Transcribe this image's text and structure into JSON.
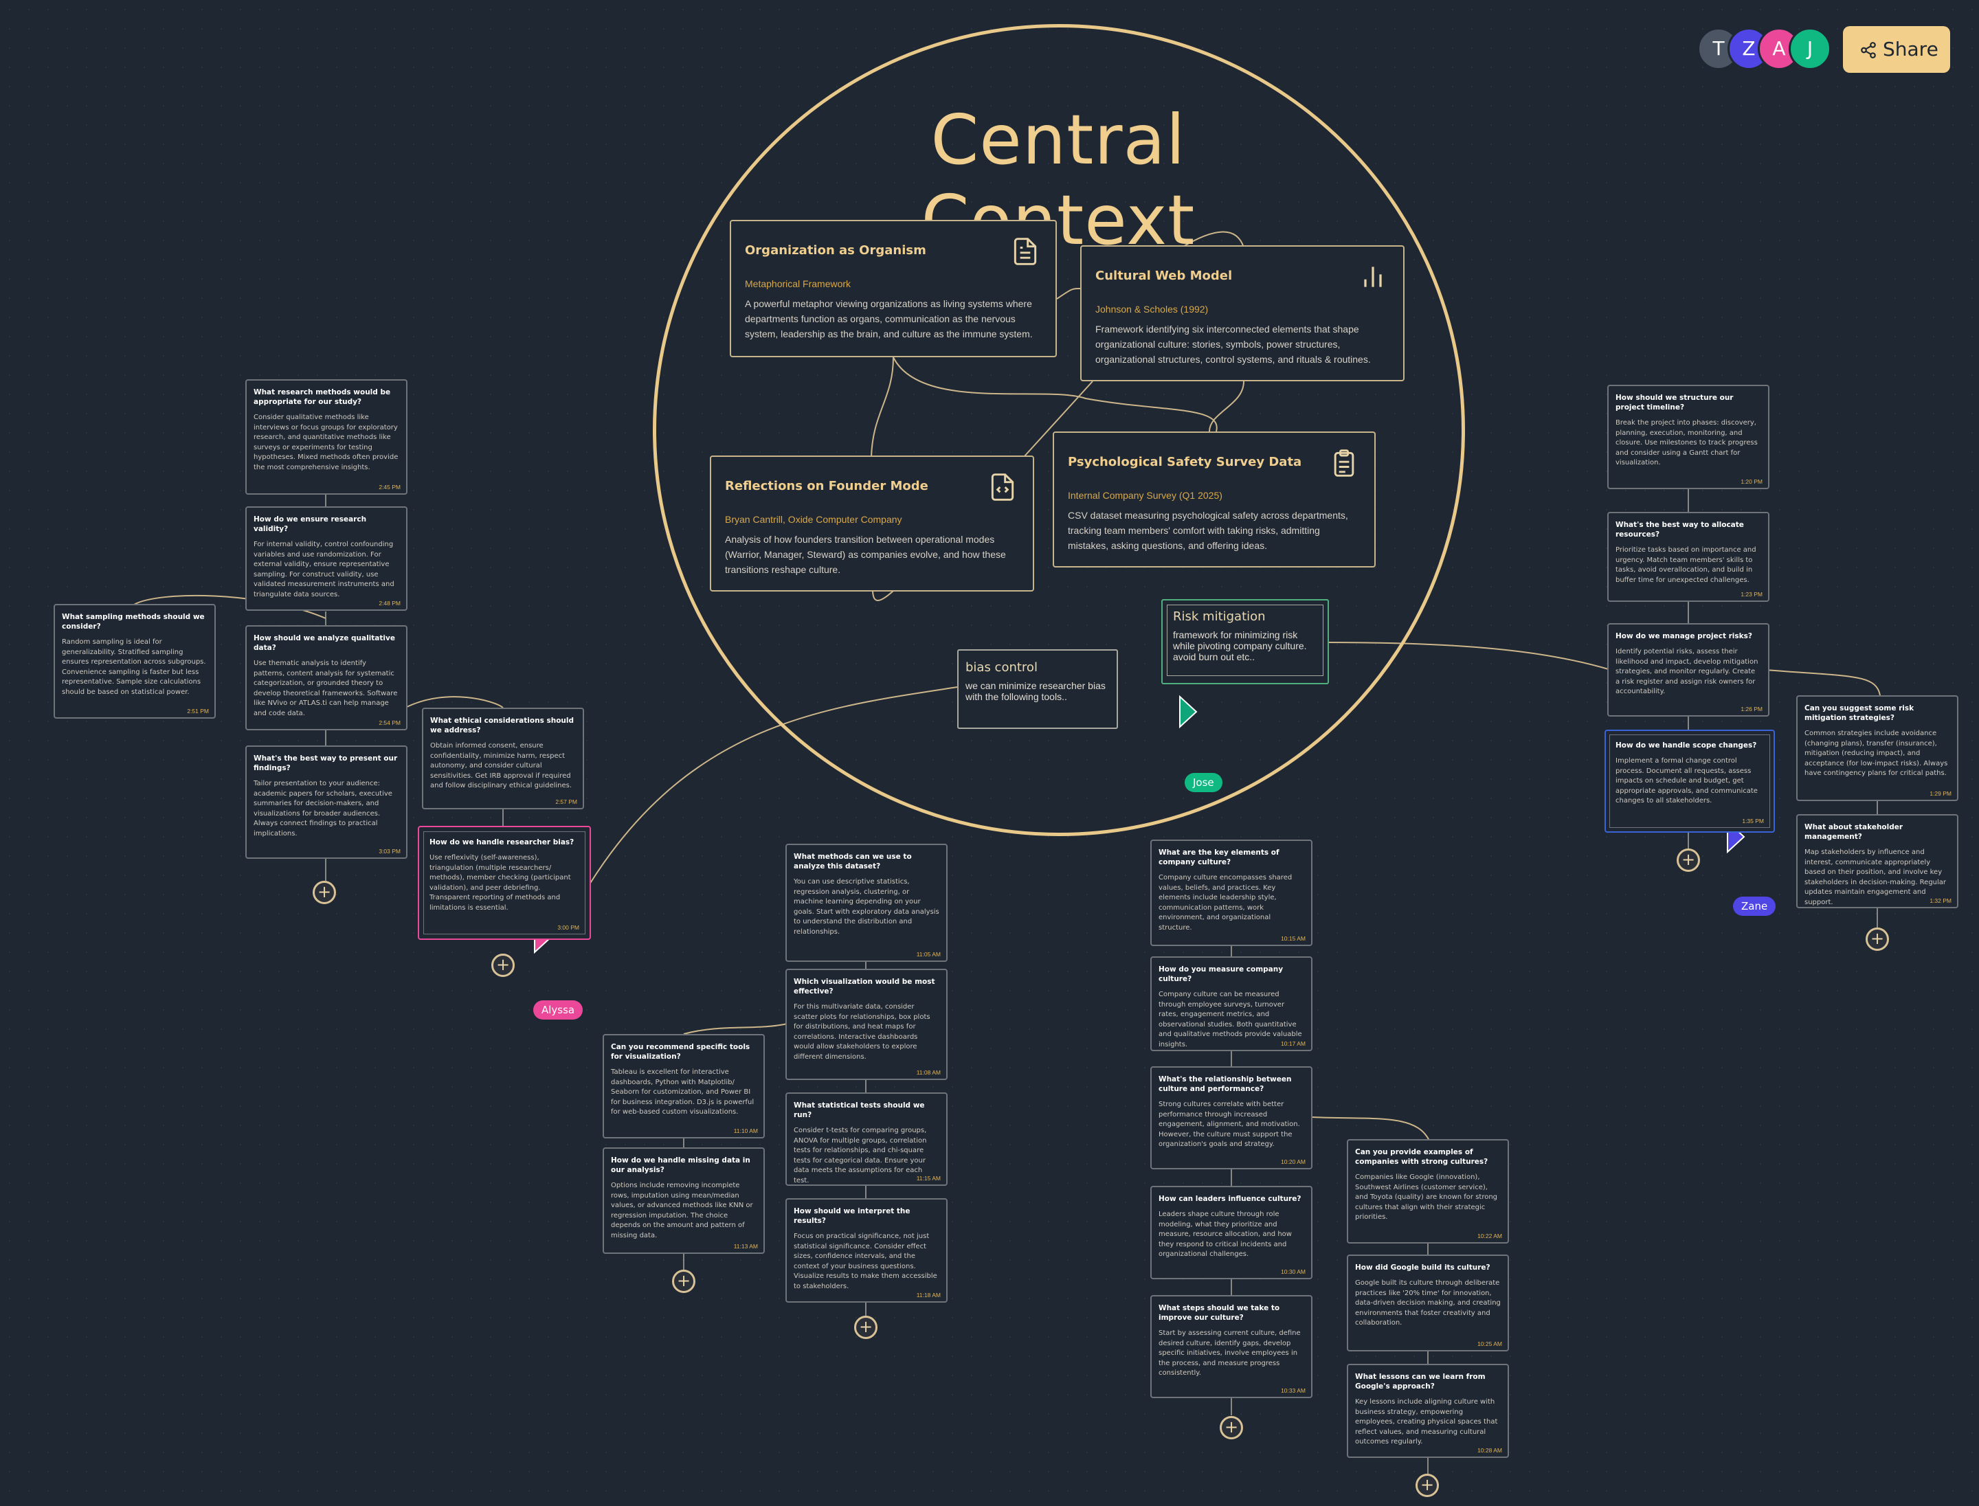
{
  "header": {
    "avatars": [
      {
        "initial": "T",
        "color": "#4b5563"
      },
      {
        "initial": "Z",
        "color": "#4f46e5"
      },
      {
        "initial": "A",
        "color": "#ec4899"
      },
      {
        "initial": "J",
        "color": "#10b981"
      }
    ],
    "share_label": "Share"
  },
  "central": {
    "title": "Central Context",
    "cards": [
      {
        "title": "Organization as Organism",
        "subtitle": "Metaphorical Framework",
        "desc": "A powerful metaphor viewing organizations as living systems where departments function as organs, communication as the nervous system, leadership as the brain, and culture as the immune system.",
        "icon": "document-icon"
      },
      {
        "title": "Cultural Web Model",
        "subtitle": "Johnson & Scholes (1992)",
        "desc": "Framework identifying six interconnected elements that shape organizational culture: stories, symbols, power structures, organizational structures, control systems, and rituals & routines.",
        "icon": "bar-chart-icon"
      },
      {
        "title": "Reflections on Founder Mode",
        "subtitle": "Bryan Cantrill, Oxide Computer Company",
        "desc": "Analysis of how founders transition between operational modes (Warrior, Manager, Steward) as companies evolve, and how these transitions reshape culture.",
        "icon": "code-file-icon"
      },
      {
        "title": "Psychological Safety Survey Data",
        "subtitle": "Internal Company Survey (Q1 2025)",
        "desc": "CSV dataset measuring psychological safety across departments, tracking team members' comfort with taking risks, admitting mistakes, asking questions, and offering ideas.",
        "icon": "clipboard-icon"
      }
    ]
  },
  "notes": {
    "bias": {
      "title": "bias control",
      "body": "we can minimize researcher bias with the following tools.."
    },
    "risk": {
      "title": "Risk mitigation",
      "body": "framework for minimizing risk while pivoting company culture. avoid burn out etc.."
    }
  },
  "cursors": {
    "jose": "Jose",
    "alyssa": "Alyssa",
    "zane": "Zane"
  },
  "questions": {
    "research": [
      {
        "q": "What research methods would be appropriate for our study?",
        "a": "Consider qualitative methods like interviews or focus groups for exploratory research, and quantitative methods like surveys or experiments for testing hypotheses. Mixed methods often provide the most comprehensive insights.",
        "time": "2:45 PM"
      },
      {
        "q": "How do we ensure research validity?",
        "a": "For internal validity, control confounding variables and use randomization. For external validity, ensure representative sampling. For construct validity, use validated measurement instruments and triangulate data sources.",
        "time": "2:48 PM"
      },
      {
        "q": "How should we analyze qualitative data?",
        "a": "Use thematic analysis to identify patterns, content analysis for systematic categorization, or grounded theory to develop theoretical frameworks. Software like NVivo or ATLAS.ti can help manage and code data.",
        "time": "2:54 PM"
      },
      {
        "q": "What's the best way to present our findings?",
        "a": "Tailor presentation to your audience: academic papers for scholars, executive summaries for decision-makers, and visualizations for broader audiences. Always connect findings to practical implications.",
        "time": "3:03 PM"
      }
    ],
    "sampling": {
      "q": "What sampling methods should we consider?",
      "a": "Random sampling is ideal for generalizability. Stratified sampling ensures representation across subgroups. Convenience sampling is faster but less representative. Sample size calculations should be based on statistical power.",
      "time": "2:51 PM"
    },
    "ethics": [
      {
        "q": "What ethical considerations should we address?",
        "a": "Obtain informed consent, ensure confidentiality, minimize harm, respect autonomy, and consider cultural sensitivities. Get IRB approval if required and follow disciplinary ethical guidelines.",
        "time": "2:57 PM"
      },
      {
        "q": "How do we handle researcher bias?",
        "a": "Use reflexivity (self-awareness), triangulation (multiple researchers/ methods), member checking (participant validation), and peer debriefing. Transparent reporting of methods and limitations is essential.",
        "time": "3:00 PM"
      }
    ],
    "data": [
      {
        "q": "What methods can we use to analyze this dataset?",
        "a": "You can use descriptive statistics, regression analysis, clustering, or machine learning depending on your goals. Start with exploratory data analysis to understand the distribution and relationships.",
        "time": "11:05 AM"
      },
      {
        "q": "Which visualization would be most effective?",
        "a": "For this multivariate data, consider scatter plots for relationships, box plots for distributions, and heat maps for correlations. Interactive dashboards would allow stakeholders to explore different dimensions.",
        "time": "11:08 AM"
      },
      {
        "q": "What statistical tests should we run?",
        "a": "Consider t-tests for comparing groups, ANOVA for multiple groups, correlation tests for relationships, and chi-square tests for categorical data. Ensure your data meets the assumptions for each test.",
        "time": "11:15 AM"
      },
      {
        "q": "How should we interpret the results?",
        "a": "Focus on practical significance, not just statistical significance. Consider effect sizes, confidence intervals, and the context of your business questions. Visualize results to make them accessible to stakeholders.",
        "time": "11:18 AM"
      }
    ],
    "tools": [
      {
        "q": "Can you recommend specific tools for visualization?",
        "a": "Tableau is excellent for interactive dashboards, Python with Matplotlib/ Seaborn for customization, and Power BI for business integration. D3.js is powerful for web-based custom visualizations.",
        "time": "11:10 AM"
      },
      {
        "q": "How do we handle missing data in our analysis?",
        "a": "Options include removing incomplete rows, imputation using mean/median values, or advanced methods like KNN or regression imputation. The choice depends on the amount and pattern of missing data.",
        "time": "11:13 AM"
      }
    ],
    "culture": [
      {
        "q": "What are the key elements of company culture?",
        "a": "Company culture encompasses shared values, beliefs, and practices. Key elements include leadership style, communication patterns, work environment, and organizational structure.",
        "time": "10:15 AM"
      },
      {
        "q": "How do you measure company culture?",
        "a": "Company culture can be measured through employee surveys, turnover rates, engagement metrics, and observational studies. Both quantitative and qualitative methods provide valuable insights.",
        "time": "10:17 AM"
      },
      {
        "q": "What's the relationship between culture and performance?",
        "a": "Strong cultures correlate with better performance through increased engagement, alignment, and motivation. However, the culture must support the organization's goals and strategy.",
        "time": "10:20 AM"
      },
      {
        "q": "How can leaders influence culture?",
        "a": "Leaders shape culture through role modeling, what they prioritize and measure, resource allocation, and how they respond to critical incidents and organizational challenges.",
        "time": "10:30 AM"
      },
      {
        "q": "What steps should we take to improve our culture?",
        "a": "Start by assessing current culture, define desired culture, identify gaps, develop specific initiatives, involve employees in the process, and measure progress consistently.",
        "time": "10:33 AM"
      }
    ],
    "companies": [
      {
        "q": "Can you provide examples of companies with strong cultures?",
        "a": "Companies like Google (innovation), Southwest Airlines (customer service), and Toyota (quality) are known for strong cultures that align with their strategic priorities.",
        "time": "10:22 AM"
      },
      {
        "q": "How did Google build its culture?",
        "a": "Google built its culture through deliberate practices like '20% time' for innovation, data-driven decision making, and creating environments that foster creativity and collaboration.",
        "time": "10:25 AM"
      },
      {
        "q": "What lessons can we learn from Google's approach?",
        "a": "Key lessons include aligning culture with business strategy, empowering employees, creating physical spaces that reflect values, and measuring cultural outcomes regularly.",
        "time": "10:28 AM"
      }
    ],
    "project": [
      {
        "q": "How should we structure our project timeline?",
        "a": "Break the project into phases: discovery, planning, execution, monitoring, and closure. Use milestones to track progress and consider using a Gantt chart for visualization.",
        "time": "1:20 PM"
      },
      {
        "q": "What's the best way to allocate resources?",
        "a": "Prioritize tasks based on importance and urgency. Match team members' skills to tasks, avoid overallocation, and build in buffer time for unexpected challenges.",
        "time": "1:23 PM"
      },
      {
        "q": "How do we manage project risks?",
        "a": "Identify potential risks, assess their likelihood and impact, develop mitigation strategies, and monitor regularly. Create a risk register and assign risk owners for accountability.",
        "time": "1:26 PM"
      },
      {
        "q": "How do we handle scope changes?",
        "a": "Implement a formal change control process. Document all requests, assess impacts on schedule and budget, get appropriate approvals, and communicate changes to all stakeholders.",
        "time": "1:35 PM"
      }
    ],
    "risk": [
      {
        "q": "Can you suggest some risk mitigation strategies?",
        "a": "Common strategies include avoidance (changing plans), transfer (insurance), mitigation (reducing impact), and acceptance (for low-impact risks). Always have contingency plans for critical paths.",
        "time": "1:29 PM"
      },
      {
        "q": "What about stakeholder management?",
        "a": "Map stakeholders by influence and interest, communicate appropriately based on their position, and involve key stakeholders in decision-making. Regular updates maintain engagement and support.",
        "time": "1:32 PM"
      }
    ]
  }
}
